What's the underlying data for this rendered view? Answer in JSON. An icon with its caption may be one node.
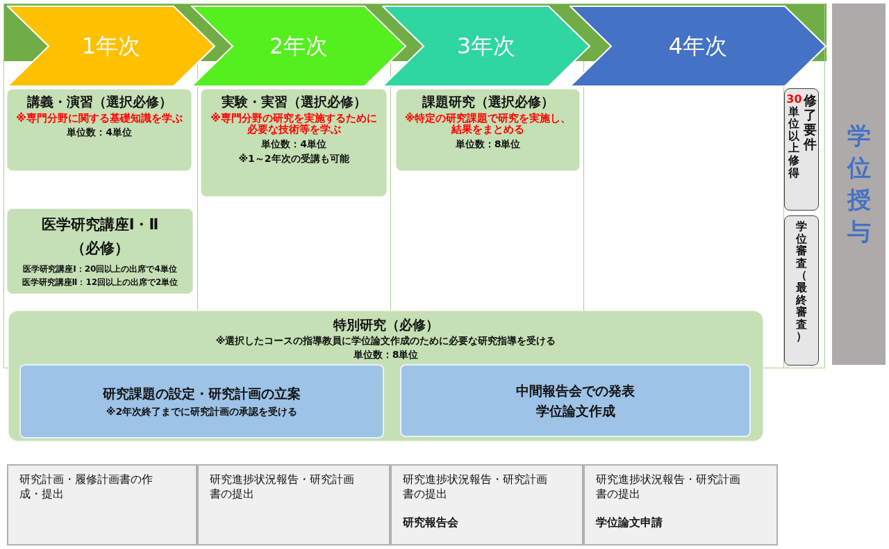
{
  "diagram": {
    "nodes": [
      {
        "text": [
          "1年次"
        ]
      },
      {
        "text": [
          "2年次"
        ]
      },
      {
        "text": [
          "3年次"
        ]
      },
      {
        "text": [
          "4年次"
        ]
      },
      {
        "text": [
          "講義・演習（選択必修）",
          "※専門分野に関する基礎知識を学ぶ",
          "単位数：4単位"
        ]
      },
      {
        "text": [
          "実験・実習（選択必修）",
          "※専門分野の研究を実施するために必要な技術等を学ぶ",
          "単位数：4単位",
          "※1～2年次の受講も可能"
        ]
      },
      {
        "text": [
          "課題研究（選択必修）",
          "※特定の研究課題で研究を実施し、結果をまとめる",
          "単位数：8単位"
        ]
      },
      {
        "text": [
          "医学研究講座Ⅰ・Ⅱ（必修）",
          "医学研究講座Ⅰ：20回以上の出席で4単位",
          "医学研究講座Ⅱ：12回以上の出席で2単位"
        ]
      },
      {
        "text": [
          "30単位以上修得",
          "修了要件"
        ]
      },
      {
        "text": [
          "学位審査（最終審査）"
        ]
      },
      {
        "text": [
          "学位授与"
        ]
      },
      {
        "text": [
          "特別研究（必修）",
          "※選択したコースの指導教員に学位論文作成のために必要な研究指導を受ける",
          "単位数：8単位"
        ]
      },
      {
        "text": [
          "研究課題の設定・研究計画の立案",
          "※2年次終了までに研究計画の承認を受ける"
        ],
        "in": 11
      },
      {
        "text": [
          "中間報告会での発表",
          "学位論文作成"
        ],
        "in": 11
      },
      {
        "text": [
          "研究計画・履修計画書の作成・提出"
        ]
      },
      {
        "text": [
          "研究進捗状況報告・研究計画書の提出"
        ]
      },
      {
        "text": [
          "研究進捗状況報告・研究計画書の提出",
          "研究報告会"
        ]
      },
      {
        "text": [
          "研究進捗状況報告・研究計画書の提出",
          "学位論文申請"
        ]
      }
    ]
  }
}
